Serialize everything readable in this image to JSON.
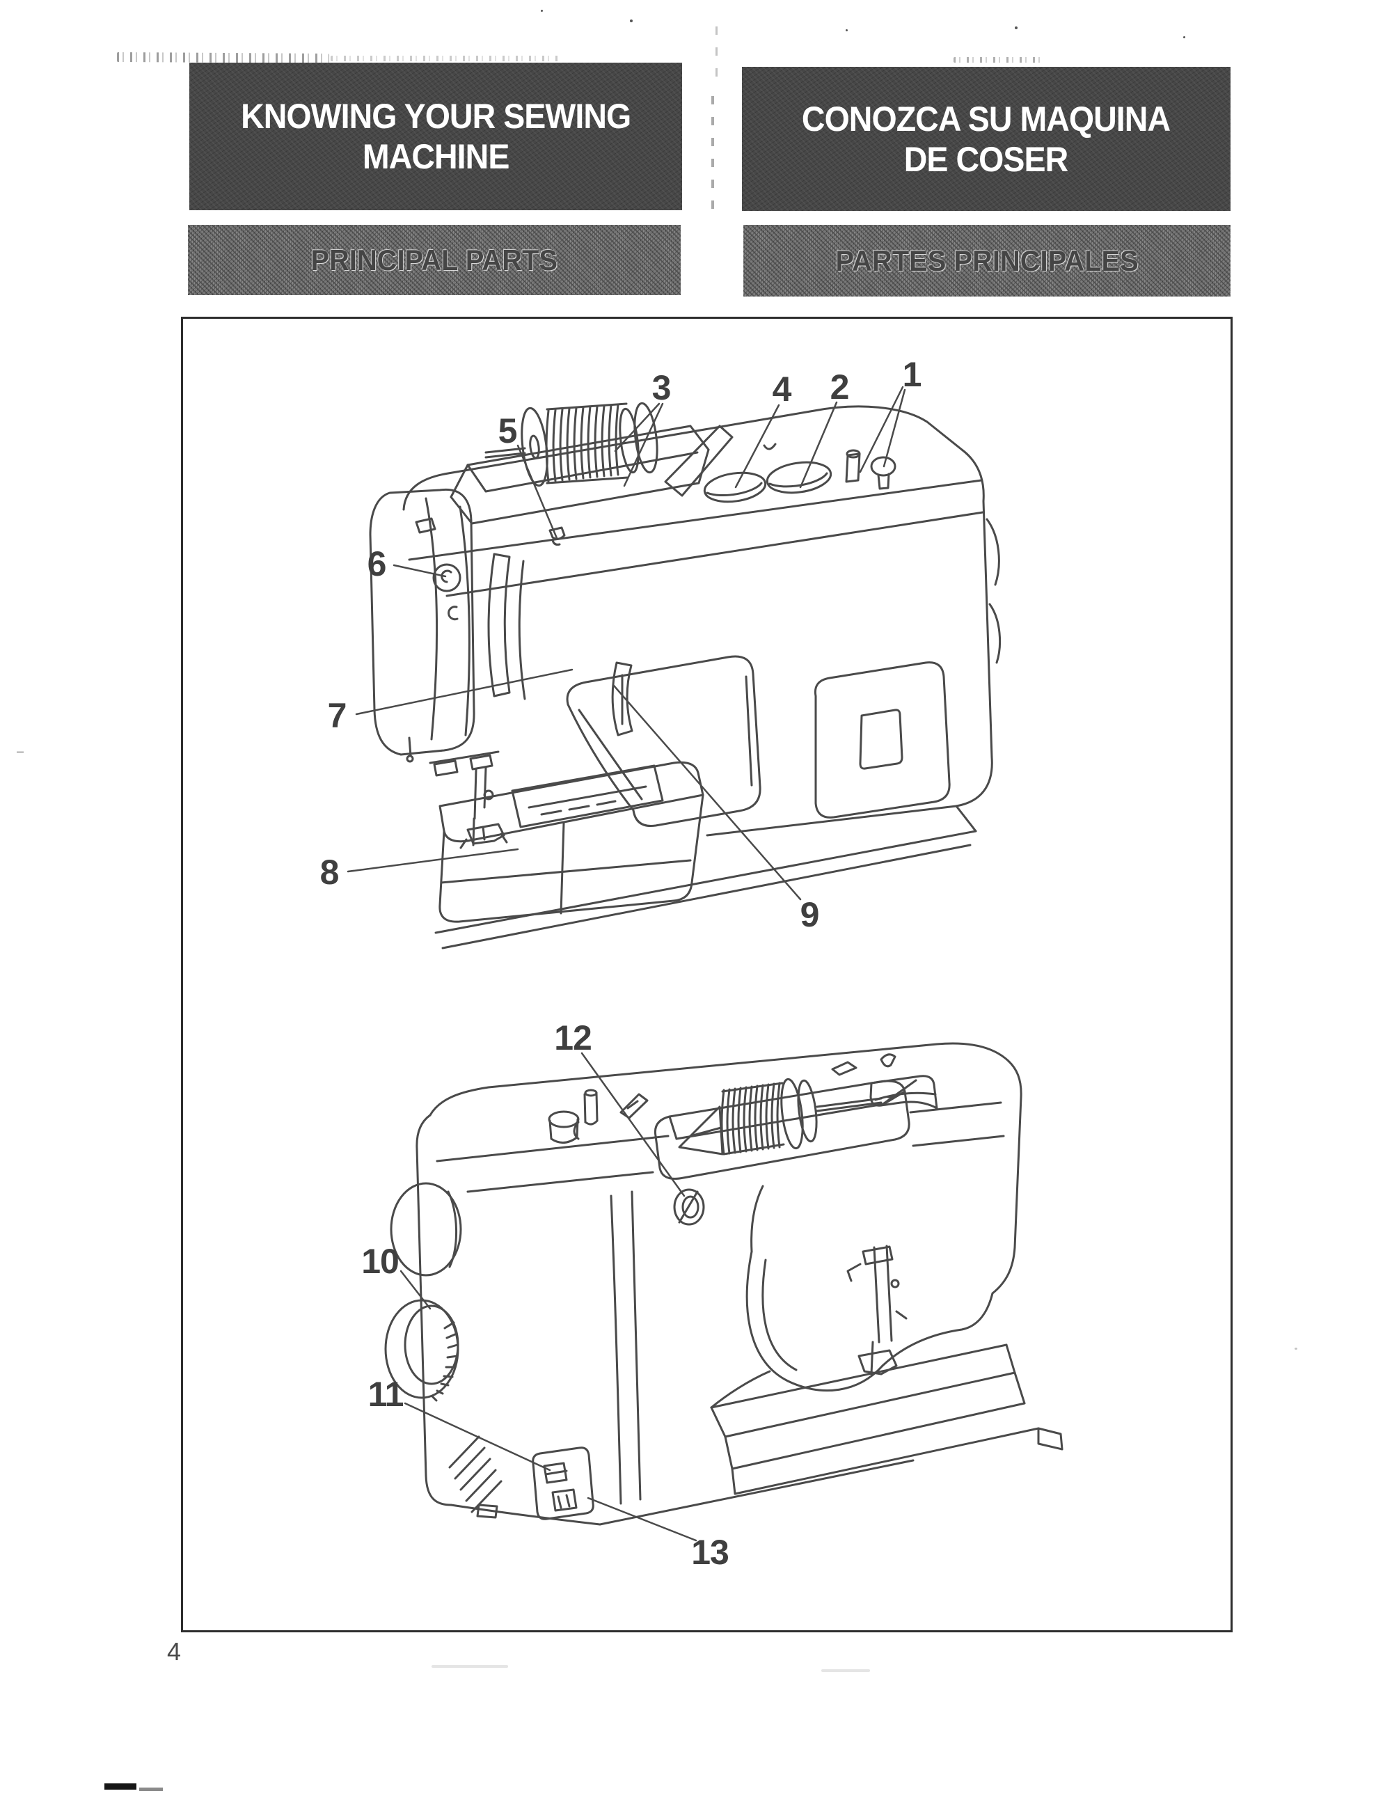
{
  "document": {
    "page_number": "4"
  },
  "headers": {
    "english": {
      "title_line1": "KNOWING YOUR SEWING",
      "title_line2": "MACHINE",
      "subtitle": "PRINCIPAL PARTS"
    },
    "spanish": {
      "title_line1": "CONOZCA SU MAQUINA",
      "title_line2": "DE COSER",
      "subtitle": "PARTES PRINCIPALES"
    }
  },
  "figures": {
    "front_view": {
      "callouts": [
        "1",
        "2",
        "3",
        "4",
        "5",
        "6",
        "7",
        "8",
        "9"
      ]
    },
    "rear_view": {
      "callouts": [
        "10",
        "11",
        "12",
        "13"
      ]
    }
  },
  "colors": {
    "header_bg": "#474747",
    "header_text": "#ffffff",
    "subheader_bg": "#757575",
    "subheader_text": "#454545",
    "line_art": "#4a4a4a",
    "callout_text": "#3f3f3f",
    "page_bg": "#ffffff"
  }
}
